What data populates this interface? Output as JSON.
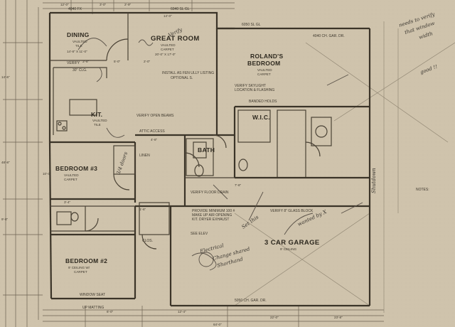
{
  "rooms": {
    "dining": {
      "name": "DINING",
      "sub1": "VAULTED",
      "sub2": "TILE",
      "dim": "14'-8\" X 11'-0\""
    },
    "great_room": {
      "name": "GREAT ROOM",
      "sub1": "VAULTED",
      "sub2": "CARPET",
      "dim": "20'-0\" X 17'-0\""
    },
    "rolands_bedroom": {
      "line1": "ROLAND'S",
      "line2": "BEDROOM",
      "sub1": "VAULTED",
      "sub2": "CARPET"
    },
    "kitchen": {
      "name": "KIT.",
      "sub1": "VAULTED",
      "sub2": "TILE"
    },
    "bedroom3": {
      "name": "BEDROOM #3",
      "sub1": "VAULTED",
      "sub2": "CARPET"
    },
    "bedroom2": {
      "name": "BEDROOM #2",
      "sub1": "9' CEILING W/",
      "sub2": "CARPET"
    },
    "garage": {
      "name": "3 CAR GARAGE",
      "sub1": "9' CEILING"
    },
    "wic": {
      "name": "W.I.C."
    },
    "bath": {
      "name": "BATH"
    }
  },
  "notes": {
    "notes_heading": "NOTES:",
    "install_fan": "INSTALL AS FEN ULLY LISTING",
    "optional": "OPTIONAL S.",
    "verify_skylight": "VERIFY SKYLIGHT",
    "location": "LOCATION & FLASHING",
    "banded": "BANDED HOLDS",
    "provide": "PROVIDE MINIMUM 100 #",
    "makeup": "MAKE UP AIR OPENING",
    "dryer": "KIT. DRYER EXHAUST",
    "verify_floor": "VERIFY FLOOR DRAIN",
    "glass_block": "VERIFY 8\" GLASS BLOCK",
    "window_dim": "6050 SL GL",
    "garage_door_dim": "5050 CH. GAR. DR.",
    "garage_door_top": "4040 CH. GAR. DR.",
    "window_top": "6040 SL GL",
    "window_dining": "4040 FX",
    "window_bed2": "WINDOW SEAT",
    "window_bed2b": "UP MATTING",
    "see_elev": "SEE ELEV",
    "verify": "VERIFY",
    "ceiling": "30\" CLG.",
    "linen": "LINEN",
    "clos": "CLOS.",
    "attic": "ATTIC ACCESS",
    "verify_open": "VERIFY OPEN BEAMS"
  },
  "handwriting": {
    "top_right": "needs to verify",
    "top_right2": "that window",
    "top_right3": "width",
    "great_room_note": "Verify",
    "closet_note": "good !!",
    "middle_note": "Set this",
    "middle_note2": "wanted by X",
    "lower_note": "Electrical",
    "lower_note2": "Change shared",
    "lower_note3": "Shorthand",
    "side_note": "3/4 doors",
    "right_vert": "Shutdown"
  },
  "dims": {
    "d1": "12'-0\"",
    "d2": "3'-0\"",
    "d3": "2'-9\"",
    "d4": "14'-0\"",
    "d5": "3'-8\"",
    "d6": "5'-0\"",
    "d7": "2'-0\"",
    "d8": "10'-0\"",
    "d9": "14'-6\"",
    "d10": "9'-8\"",
    "d11": "3'-4\"",
    "d12": "22'-0\"",
    "d13": "1'-6\"",
    "d14": "4'-8\"",
    "d15": "7'-8\"",
    "d16": "6'-0\"",
    "d17": "12'-4\"",
    "d18": "48'-8\"",
    "d19": "64'-0\"",
    "d20": "23'-8\""
  }
}
